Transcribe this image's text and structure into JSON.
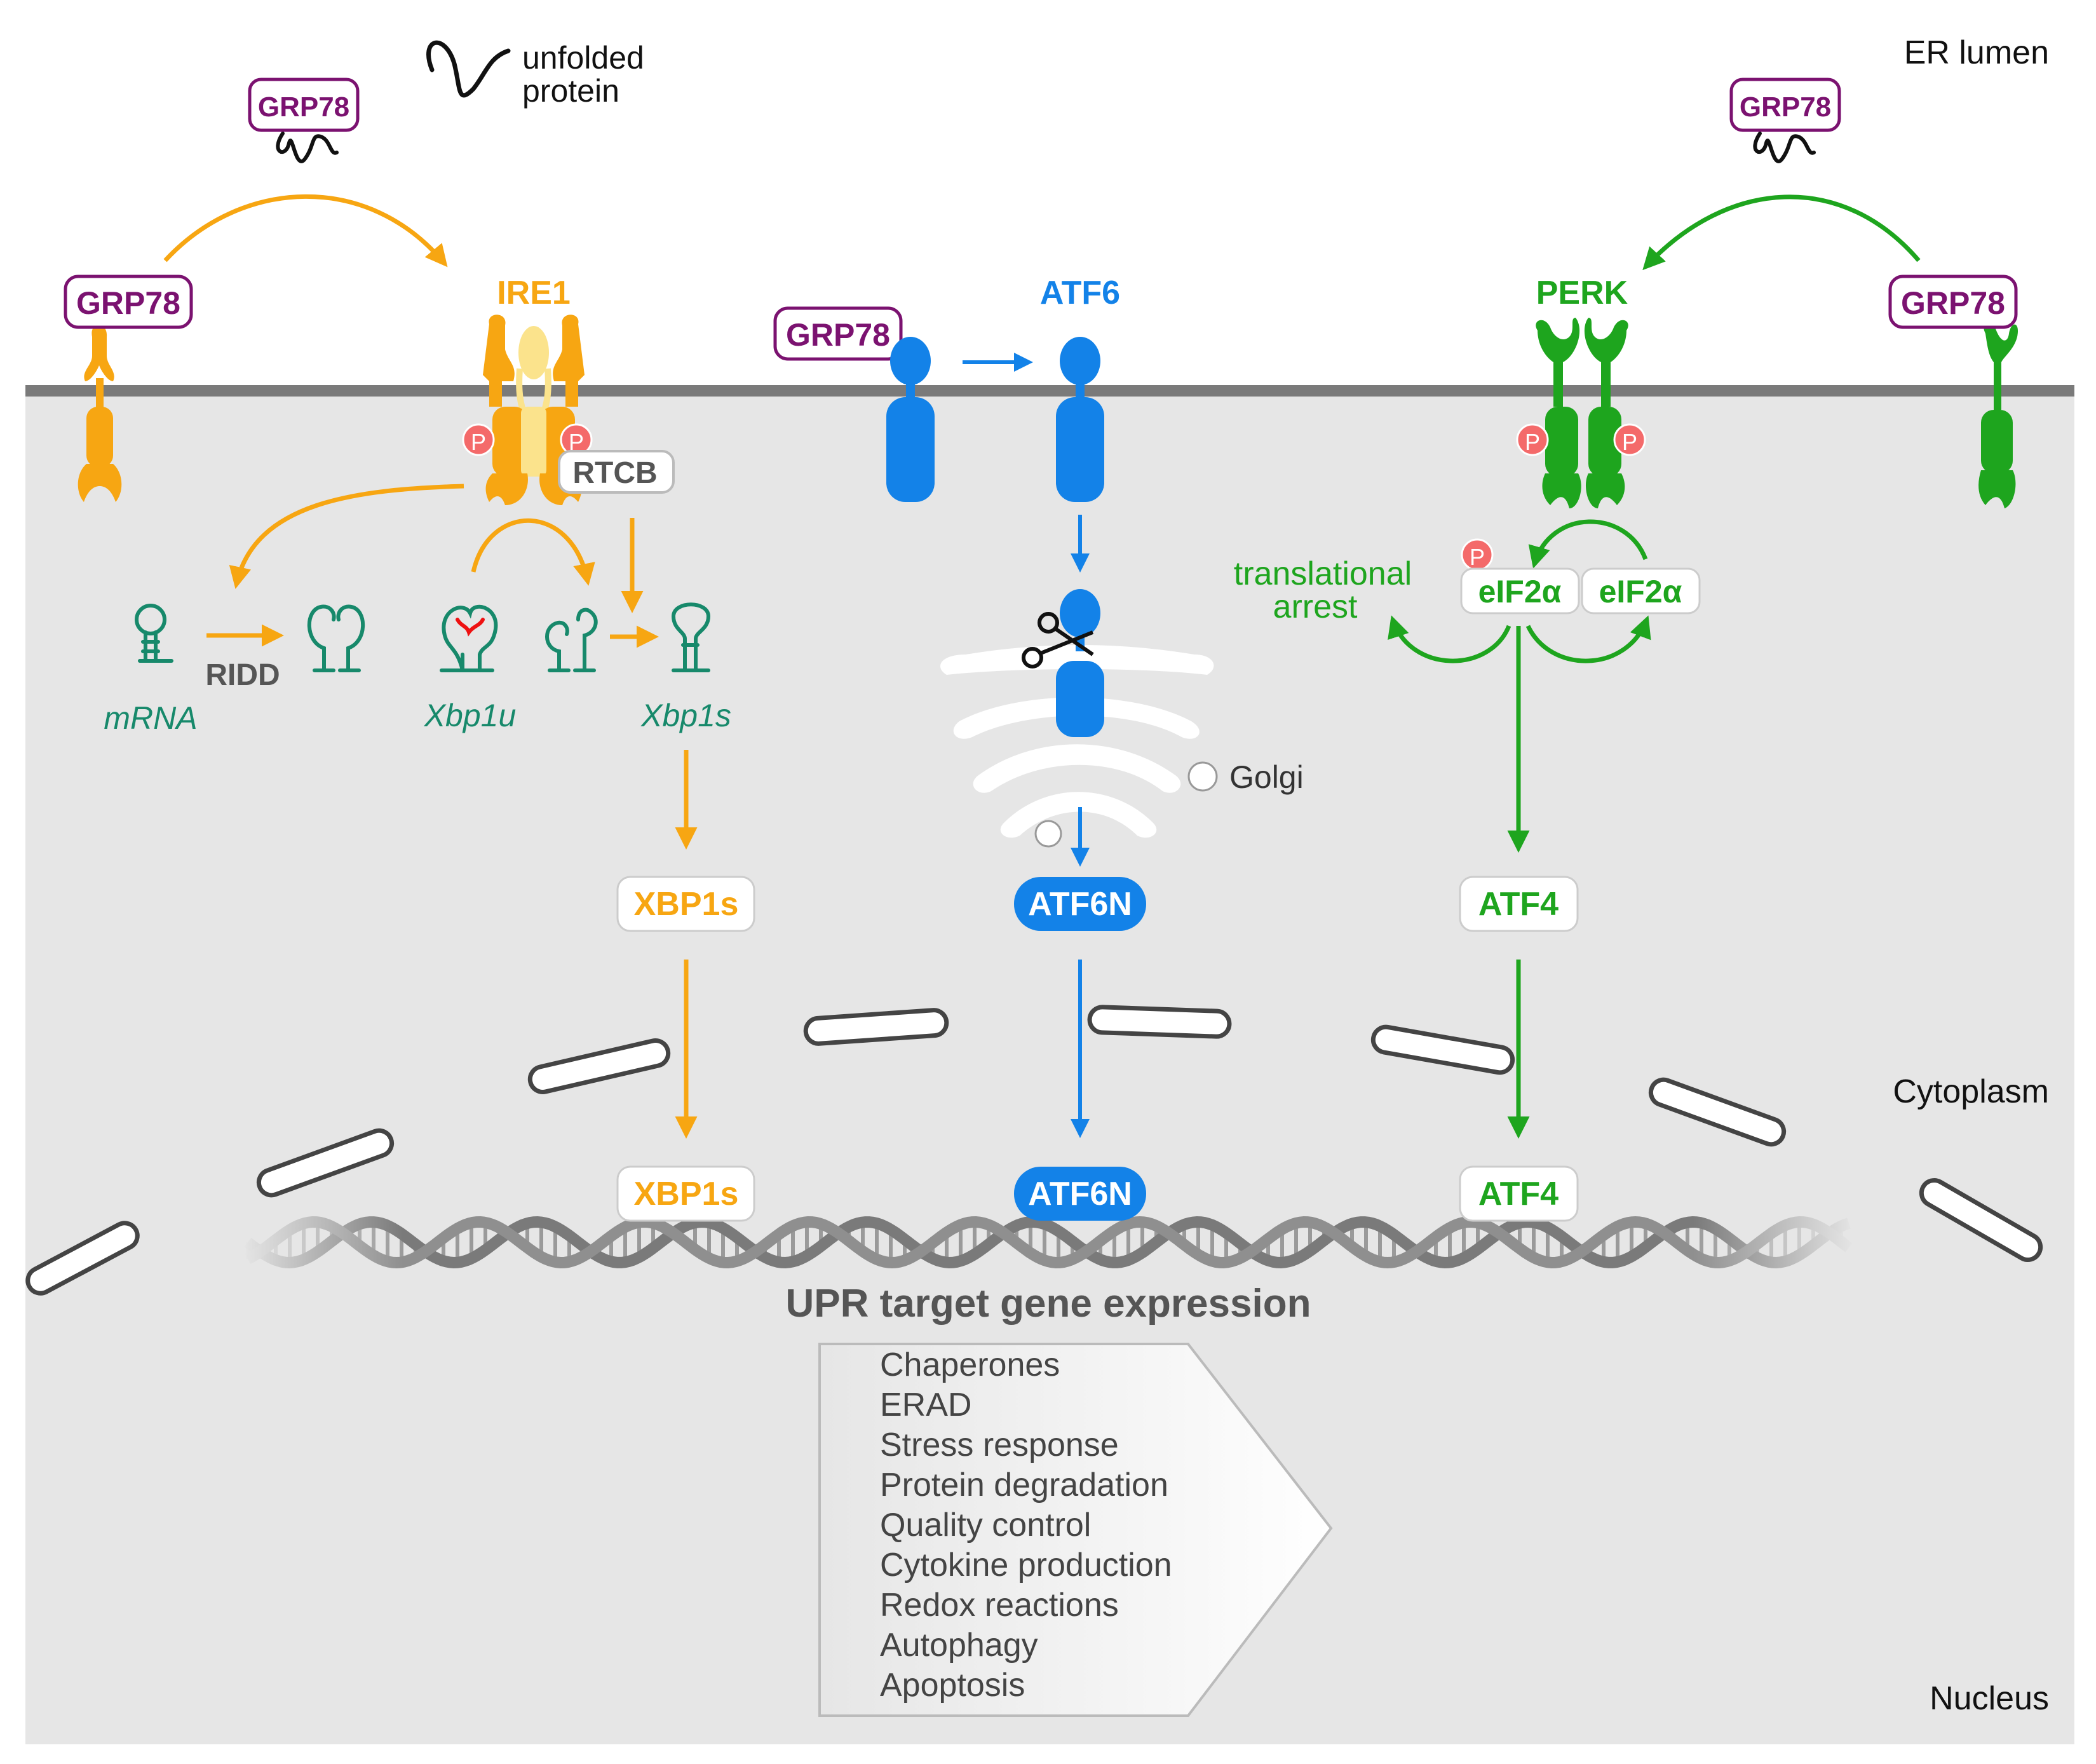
{
  "colors": {
    "ire1": "#f7a612",
    "ire1_light": "#fbe38c",
    "atf6": "#1382e8",
    "perk": "#1ea51e",
    "grp78": "#7b1270",
    "rna": "#17896b",
    "phospho": "#f46a6a",
    "nucleus": "#e6e6e6",
    "membrane": "#7a7a7a",
    "gene_text": "#555555"
  },
  "compartments": {
    "er_lumen": "ER lumen",
    "cytoplasm": "Cytoplasm",
    "nucleus": "Nucleus"
  },
  "unfolded_protein": {
    "line1": "unfolded",
    "line2": "protein"
  },
  "grp78": {
    "free_left": "GRP78",
    "free_right": "GRP78",
    "bound_left": "GRP78",
    "bound_atf6": "GRP78",
    "bound_right": "GRP78"
  },
  "sensors": {
    "ire1": "IRE1",
    "atf6": "ATF6",
    "perk": "PERK"
  },
  "phospho": {
    "ire1_left": "P",
    "ire1_right": "P",
    "perk_left": "P",
    "perk_right": "P",
    "eif2a": "P"
  },
  "rtcb": "RTCB",
  "ridd": "RIDD",
  "rna_labels": {
    "mrna": "mRNA",
    "xbp1u": "Xbp1u",
    "xbp1s": "Xbp1s"
  },
  "golgi": "Golgi",
  "perk_branch": {
    "translational_arrest_1": "translational",
    "translational_arrest_2": "arrest",
    "eif2a_left": "eIF2α",
    "eif2a_right": "eIF2α"
  },
  "transcription_factors": {
    "xbp1s_cyto": "XBP1s",
    "atf6n_cyto": "ATF6N",
    "atf4_cyto": "ATF4",
    "xbp1s_nuc": "XBP1s",
    "atf6n_nuc": "ATF6N",
    "atf4_nuc": "ATF4"
  },
  "upr_title": "UPR target gene expression",
  "target_genes": [
    "Chaperones",
    "ERAD",
    "Stress response",
    "Protein degradation",
    "Quality control",
    "Cytokine production",
    "Redox reactions",
    "Autophagy",
    "Apoptosis"
  ]
}
